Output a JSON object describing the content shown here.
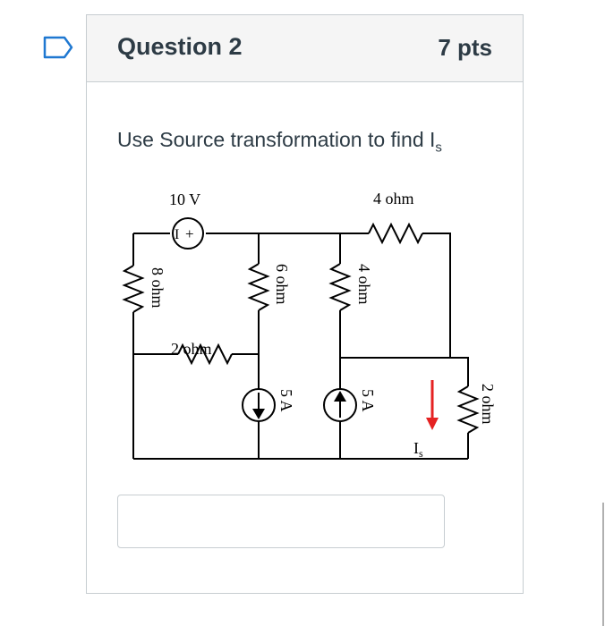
{
  "question": {
    "title": "Question 2",
    "points": "7 pts",
    "text": "Use Source transformation to find I",
    "text_subscript": "s"
  },
  "circuit": {
    "voltage_source_label": "10 V",
    "res_top_right_label": "4 ohm",
    "res_left_label": "8 ohm",
    "res_mid_label": "6 ohm",
    "res_right_vertical_label": "4 ohm",
    "res_bottom_left_label": "2 ohm",
    "current_source_1_label": "5 A",
    "current_source_2_label": "5 A",
    "res_far_right_label": "2 ohm",
    "current_label": "I",
    "current_label_subscript": "s"
  },
  "colors": {
    "arrow": "#e52222",
    "flag": "#1f78d1"
  },
  "icons": [
    "flag-icon",
    "circuit-diagram"
  ]
}
